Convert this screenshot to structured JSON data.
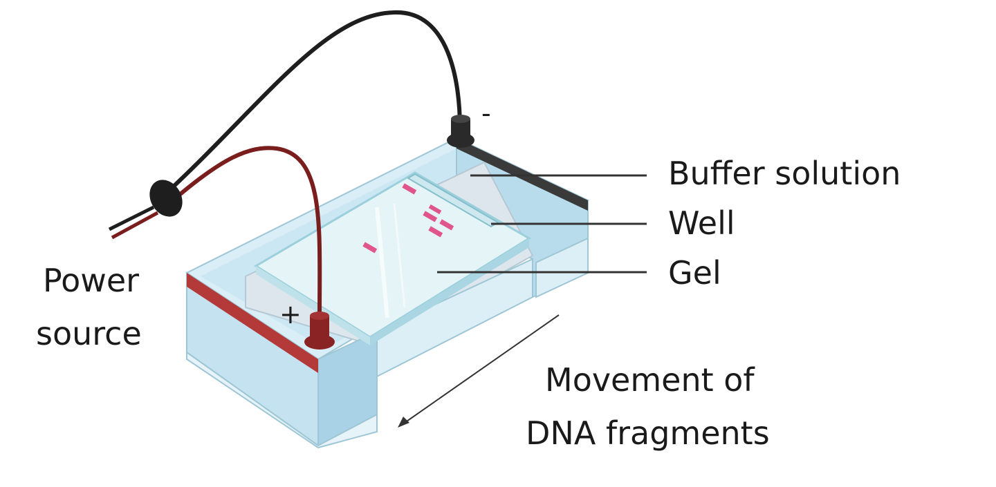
{
  "labels": {
    "buffer_solution": "Buffer solution",
    "well": "Well",
    "gel": "Gel",
    "power_source_line1": "Power",
    "power_source_line2": "source",
    "movement_line1": "Movement of",
    "movement_line2": "DNA fragments",
    "negative_sign": "-",
    "positive_sign": "+"
  },
  "colors": {
    "tank_water": "#c9e6f2",
    "tank_water_dark": "#a9d2e6",
    "gel": "#e4f4f7",
    "gel_edge": "#9ccfdc",
    "dna_band": "#e0558a",
    "red_electrode": "#b43a3a",
    "red_wire": "#7a1d1d",
    "black_wire": "#1e1e1e",
    "tank_outline": "#8fb8c8"
  },
  "icons": [
    "black-electrode-icon",
    "red-electrode-icon",
    "wire-clamp-icon"
  ]
}
